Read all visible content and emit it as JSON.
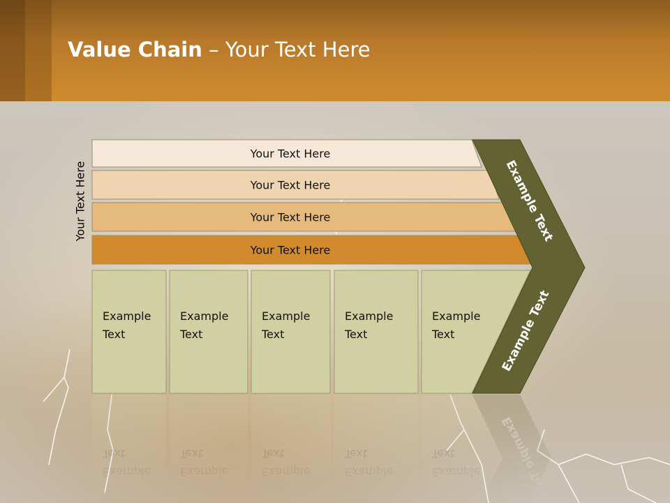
{
  "title": {
    "bold": "Value Chain",
    "rest": " – Your Text Here"
  },
  "side_label": "Your Text Here",
  "bars": [
    {
      "label": "Your Text Here",
      "color": "#f5e8d8"
    },
    {
      "label": "Your Text Here",
      "color": "#efd4b0"
    },
    {
      "label": "Your Text Here",
      "color": "#e6b97c"
    },
    {
      "label": "Your Text Here",
      "color": "#d28a2c"
    }
  ],
  "columns": [
    {
      "line1": "Example",
      "line2": "Text"
    },
    {
      "line1": "Example",
      "line2": "Text"
    },
    {
      "line1": "Example",
      "line2": "Text"
    },
    {
      "line1": "Example",
      "line2": "Text"
    },
    {
      "line1": "Example",
      "line2": "Text"
    }
  ],
  "chevron": {
    "upper_label": "Example Text",
    "lower_label": "Example Text",
    "color": "#626232"
  },
  "column_color": "#d0d0a2"
}
